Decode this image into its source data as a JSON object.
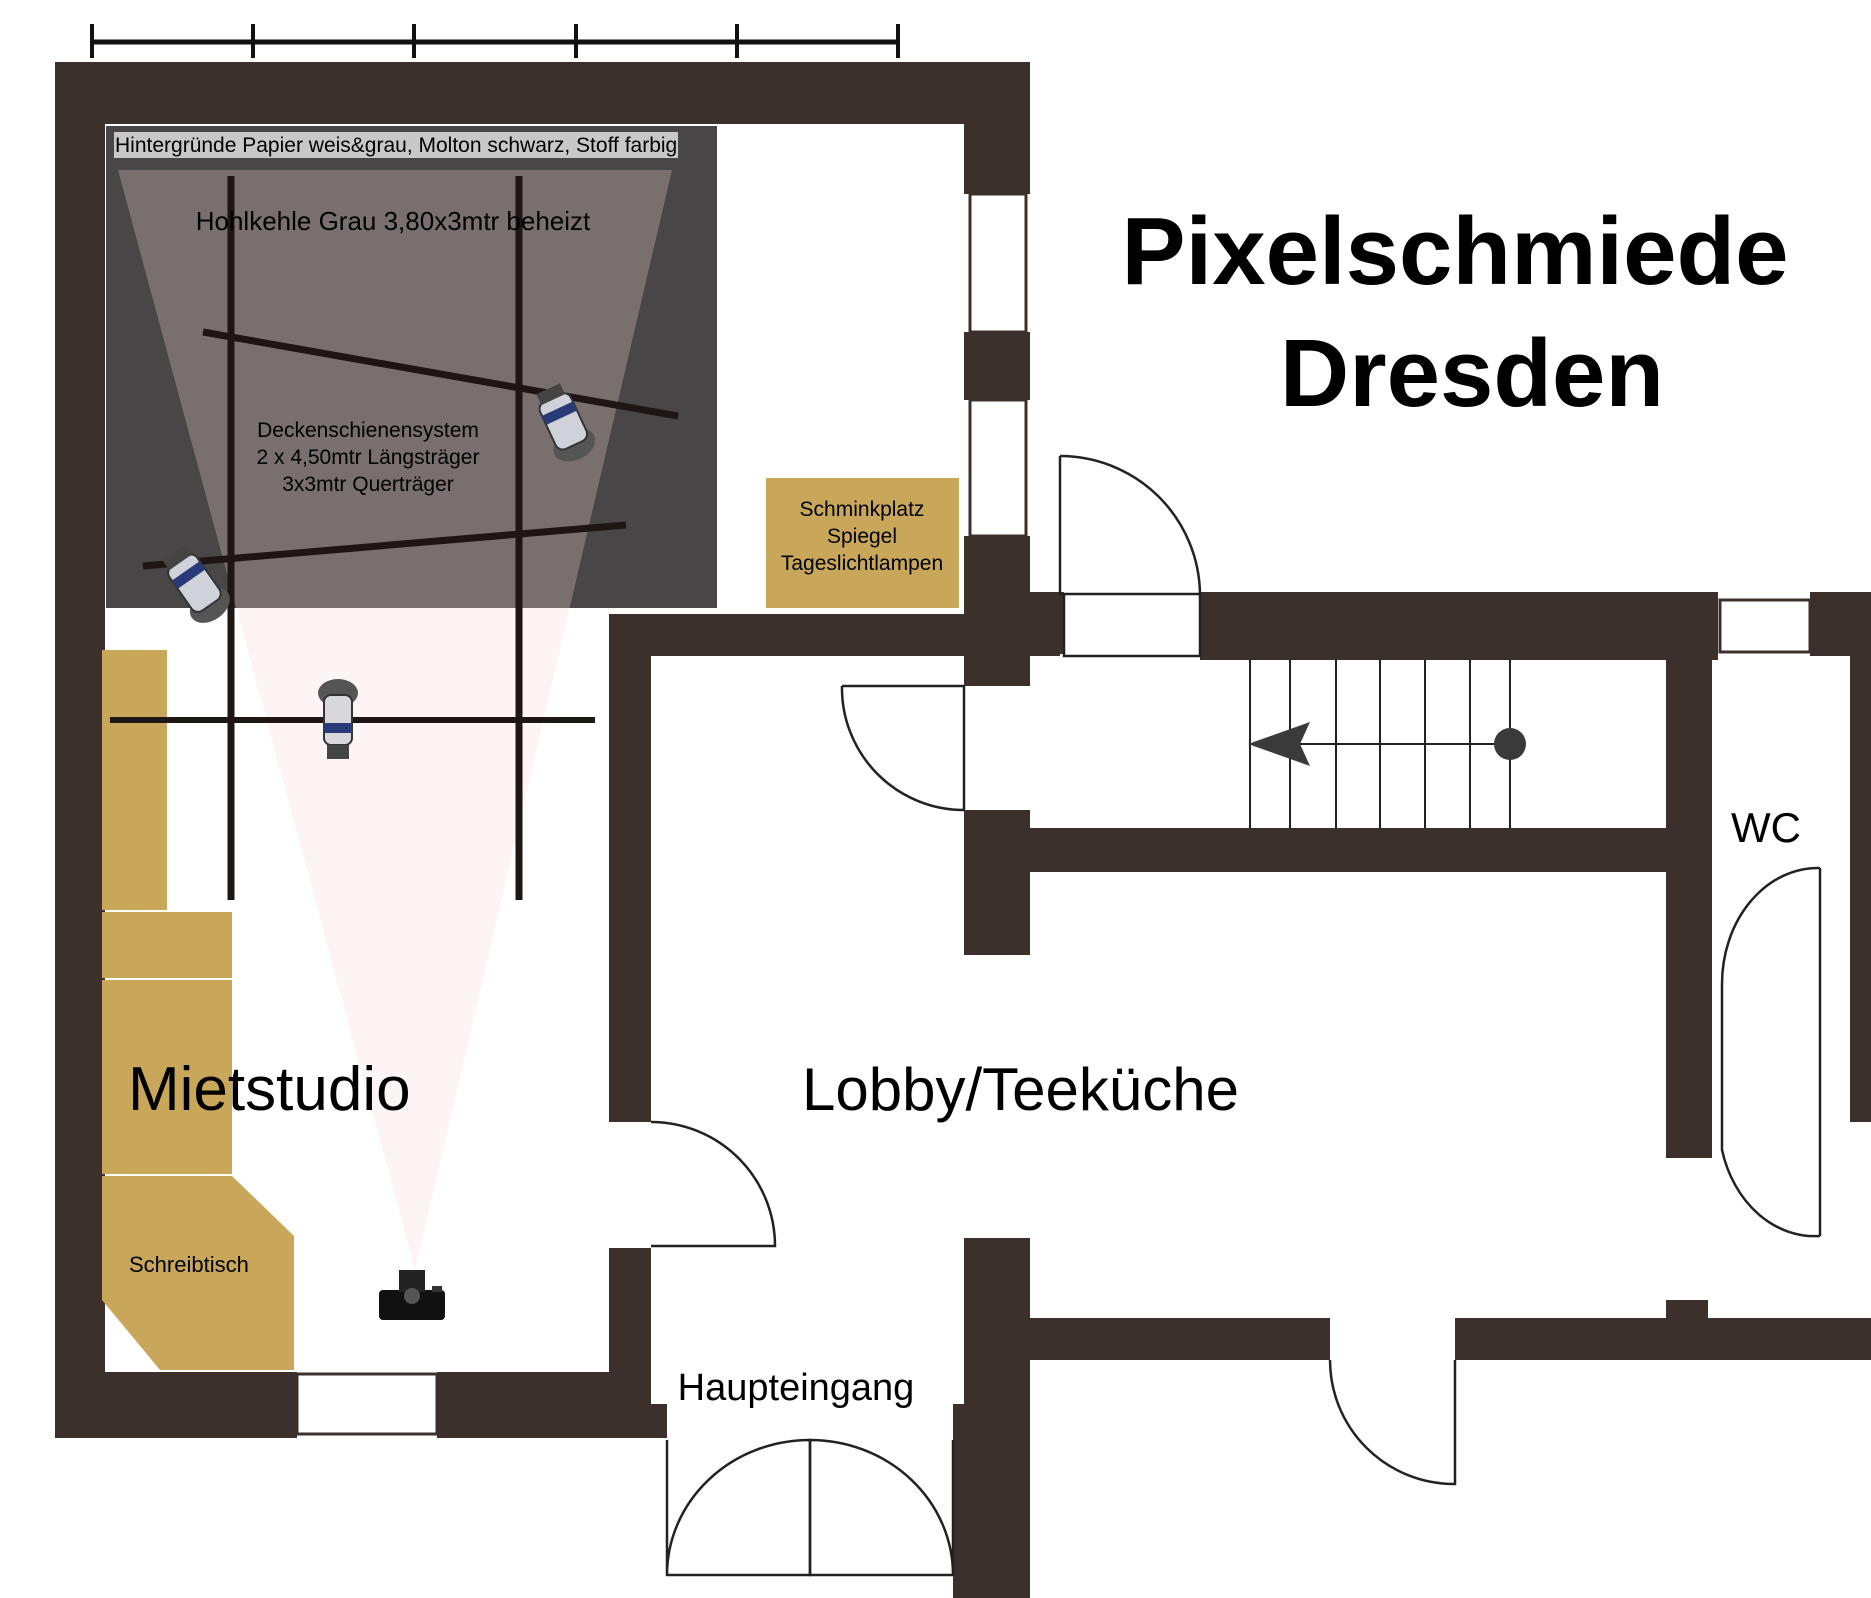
{
  "title": {
    "line1": "Pixelschmiede",
    "line2": "Dresden"
  },
  "scale": {
    "unit": "mtr",
    "ticks": [
      "1",
      "2",
      "3",
      "4",
      "5"
    ]
  },
  "rooms": {
    "studio": "Mietstudio",
    "lobby": "Lobby/Teeküche",
    "wc": "WC",
    "entrance": "Haupteingang"
  },
  "annotations": {
    "backgrounds": "Hintergründe Papier weis&grau, Molton schwarz, Stoff farbig",
    "cove": "Hohlkehle Grau 3,80x3mtr beheizt",
    "rail_line1": "Deckenschienensystem",
    "rail_line2": "2 x 4,50mtr Längsträger",
    "rail_line3": "3x3mtr Querträger",
    "makeup_line1": "Schminkplatz",
    "makeup_line2": "Spiegel",
    "makeup_line3": "Tageslichtlampen",
    "desk": "Schreibtisch"
  },
  "colors": {
    "wall": "#3c302d",
    "furniture": "#c8a75b",
    "cove_dark": "#484646",
    "light_cone": "#f8dcdc"
  },
  "icons": [
    "studio-light-icon",
    "camera-icon",
    "stair-arrow-icon"
  ]
}
